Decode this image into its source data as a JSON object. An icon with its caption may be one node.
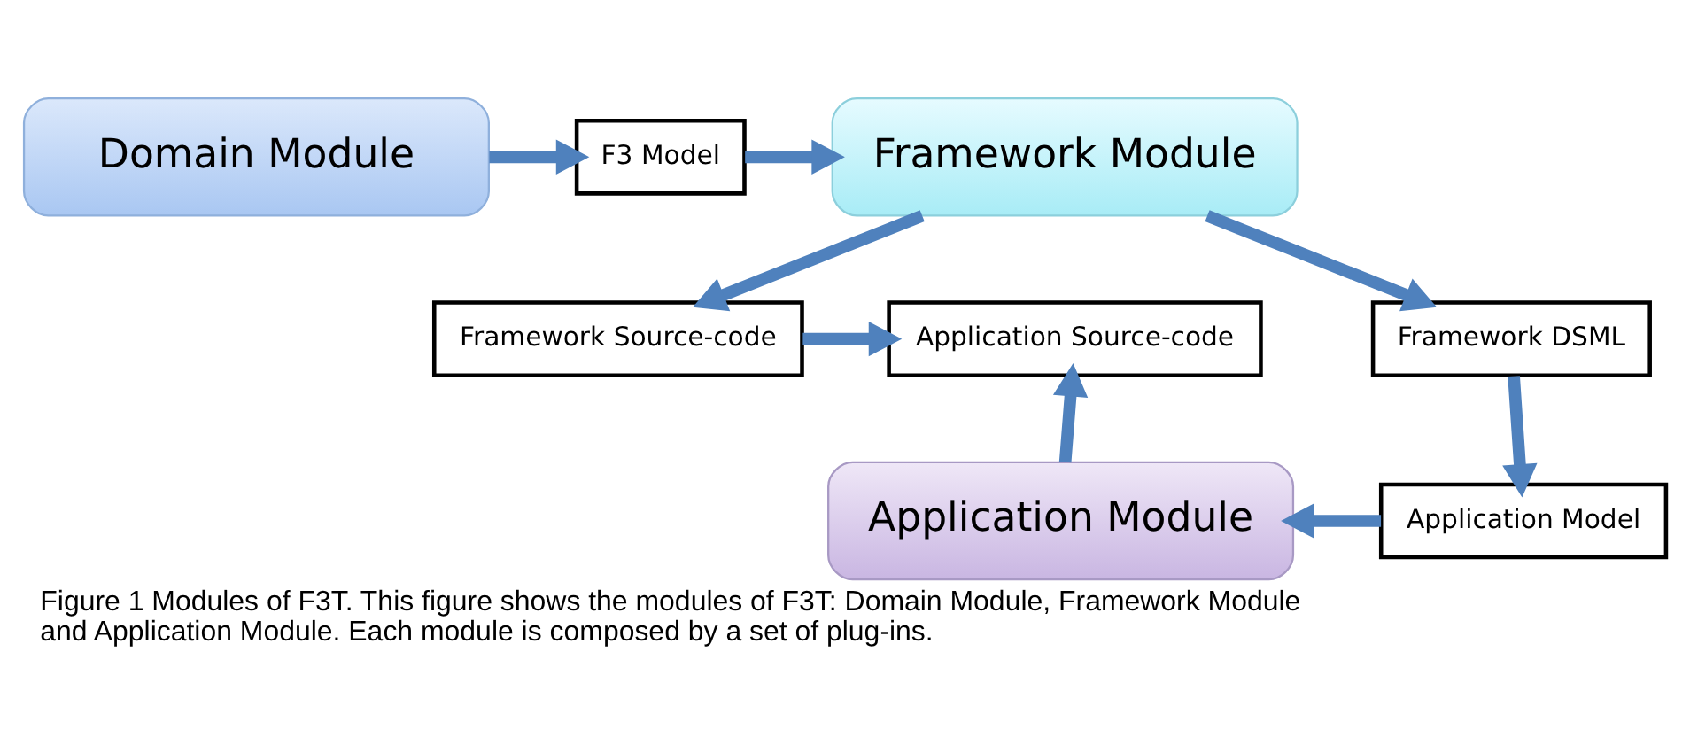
{
  "diagram": {
    "caption": "Figure 1 Modules of F3T. This figure shows the modules of F3T: Domain Module, Framework Module and Application Module. Each module is composed by a set of plug-ins.",
    "nodes": [
      {
        "text": [
          "Domain Module"
        ]
      },
      {
        "text": [
          "F3 Model"
        ]
      },
      {
        "text": [
          "Framework Module"
        ]
      },
      {
        "text": [
          "Framework Source-code"
        ]
      },
      {
        "text": [
          "Framework DSML"
        ]
      },
      {
        "text": [
          "Application Source-code"
        ]
      },
      {
        "text": [
          "Application Module"
        ]
      },
      {
        "text": [
          "Application Model"
        ]
      }
    ],
    "edges": [
      {
        "from": 0,
        "to": 1,
        "arrow": "to"
      },
      {
        "from": 1,
        "to": 2,
        "arrow": "to"
      },
      {
        "from": 2,
        "to": 3,
        "arrow": "to"
      },
      {
        "from": 2,
        "to": 4,
        "arrow": "to"
      },
      {
        "from": 3,
        "to": 5,
        "arrow": "to"
      },
      {
        "from": 4,
        "to": 7,
        "arrow": "to"
      },
      {
        "from": 7,
        "to": 6,
        "arrow": "to"
      },
      {
        "from": 6,
        "to": 5,
        "arrow": "to"
      }
    ]
  }
}
